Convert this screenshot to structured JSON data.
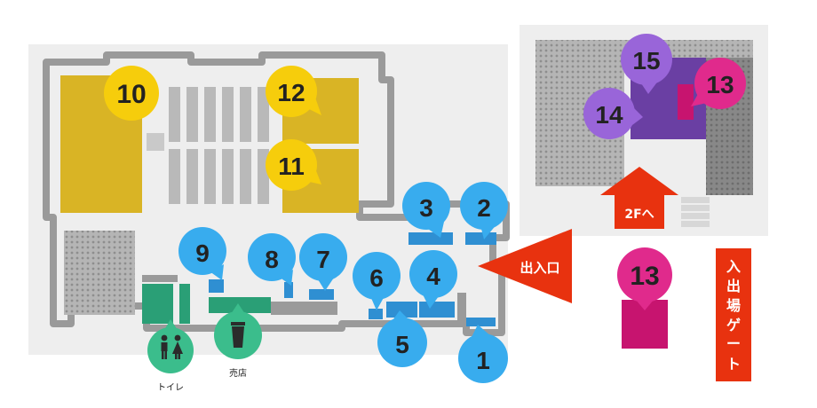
{
  "colors": {
    "yellow": "#f6cd0c",
    "blue": "#38acee",
    "purple": "#9965d9",
    "magenta": "#e02a8c",
    "green": "#3bbd8c",
    "red": "#e8320f",
    "floor": "#eeeeee",
    "wall": "#9a9a9a",
    "hall": "#d9b425",
    "booth_blue": "#2f8fd2",
    "booth_green": "#2a9f76",
    "room_purple": "#6a3fa3",
    "kiosk_magenta": "#c7146f"
  },
  "pins": {
    "p1": "1",
    "p2": "2",
    "p3": "3",
    "p4": "4",
    "p5": "5",
    "p6": "6",
    "p7": "7",
    "p8": "8",
    "p9": "9",
    "p10": "10",
    "p11": "11",
    "p12": "12",
    "p13a": "13",
    "p13b": "13",
    "p14": "14",
    "p15": "15"
  },
  "facilities": {
    "toilet": {
      "label": "トイレ",
      "icon": "toilet-icon"
    },
    "shop": {
      "label": "売店",
      "icon": "cup-icon"
    }
  },
  "arrows": {
    "entrance": "出入口",
    "upstairs": "2Fへ"
  },
  "gate": {
    "chars": [
      "入",
      "出",
      "場",
      "ゲ",
      "ー",
      "ト"
    ]
  }
}
